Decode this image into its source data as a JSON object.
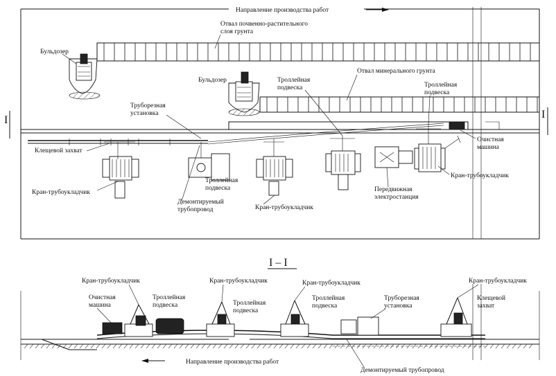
{
  "plan": {
    "direction_top": "Направление производства работ",
    "spoil_topsoil": [
      "Отвал почвенно-растительного",
      "слоя грунта"
    ],
    "spoil_mineral": "Отвал минерального грунта",
    "bulldozer_1": "Бульдозер",
    "bulldozer_2": "Бульдозер",
    "trolley_1": [
      "Троллейная",
      "подвеска"
    ],
    "trolley_2": [
      "Троллейная",
      "подвеска"
    ],
    "trolley_3": [
      "Троллейная",
      "подвеска"
    ],
    "cutting_unit": [
      "Труборезная",
      "установка"
    ],
    "clamp_grip": "Клещевой захват",
    "crane_1": "Кран-трубоукладчик",
    "crane_2": "Кран-трубоукладчик",
    "crane_3": "Кран-трубоукладчик",
    "dismantled_pipe": [
      "Демонтируемый",
      "трубопровод"
    ],
    "power_station": [
      "Передвижная",
      "электростанция"
    ],
    "cleaning_machine": [
      "Очистная",
      "машина"
    ],
    "section_mark_left": "I",
    "section_mark_right": "I"
  },
  "section": {
    "title": "I – I",
    "crane_1": "Кран-трубоукладчик",
    "crane_2": "Кран-трубоукладчик",
    "crane_3": "Кран-трубоукладчик",
    "crane_4": "Кран-трубоукладчик",
    "cleaning_machine": [
      "Очистная",
      "машина"
    ],
    "trolley_1": [
      "Троллейная",
      "подвеска"
    ],
    "trolley_2": [
      "Троллейная",
      "подвеска"
    ],
    "trolley_3": [
      "Троллейная",
      "подвеска"
    ],
    "cutting_unit": [
      "Труборезная",
      "установка"
    ],
    "clamp_grip": [
      "Клещевой",
      "захват"
    ],
    "direction_bottom": "Направление производства работ",
    "dismantled_pipe": "Демонтируемый трубопровод"
  }
}
